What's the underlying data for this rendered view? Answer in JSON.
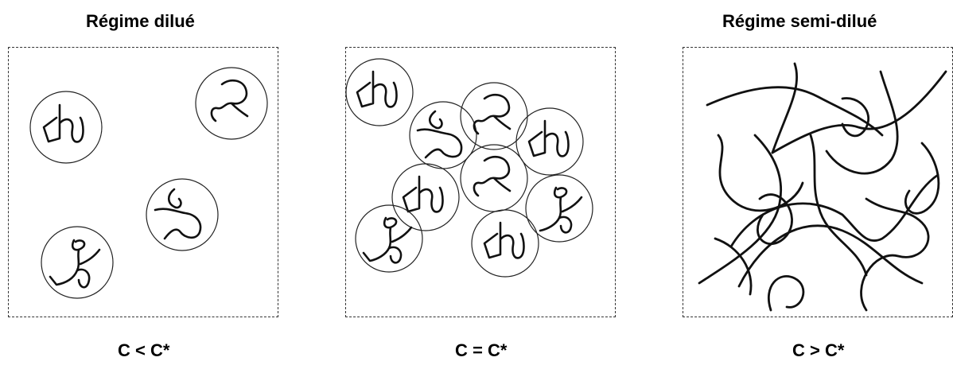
{
  "panels": [
    {
      "title": "Régime dilué",
      "condition": "C < C*"
    },
    {
      "title": "",
      "condition": "C = C*"
    },
    {
      "title": "Régime semi-dilué",
      "condition": "C > C*"
    }
  ]
}
